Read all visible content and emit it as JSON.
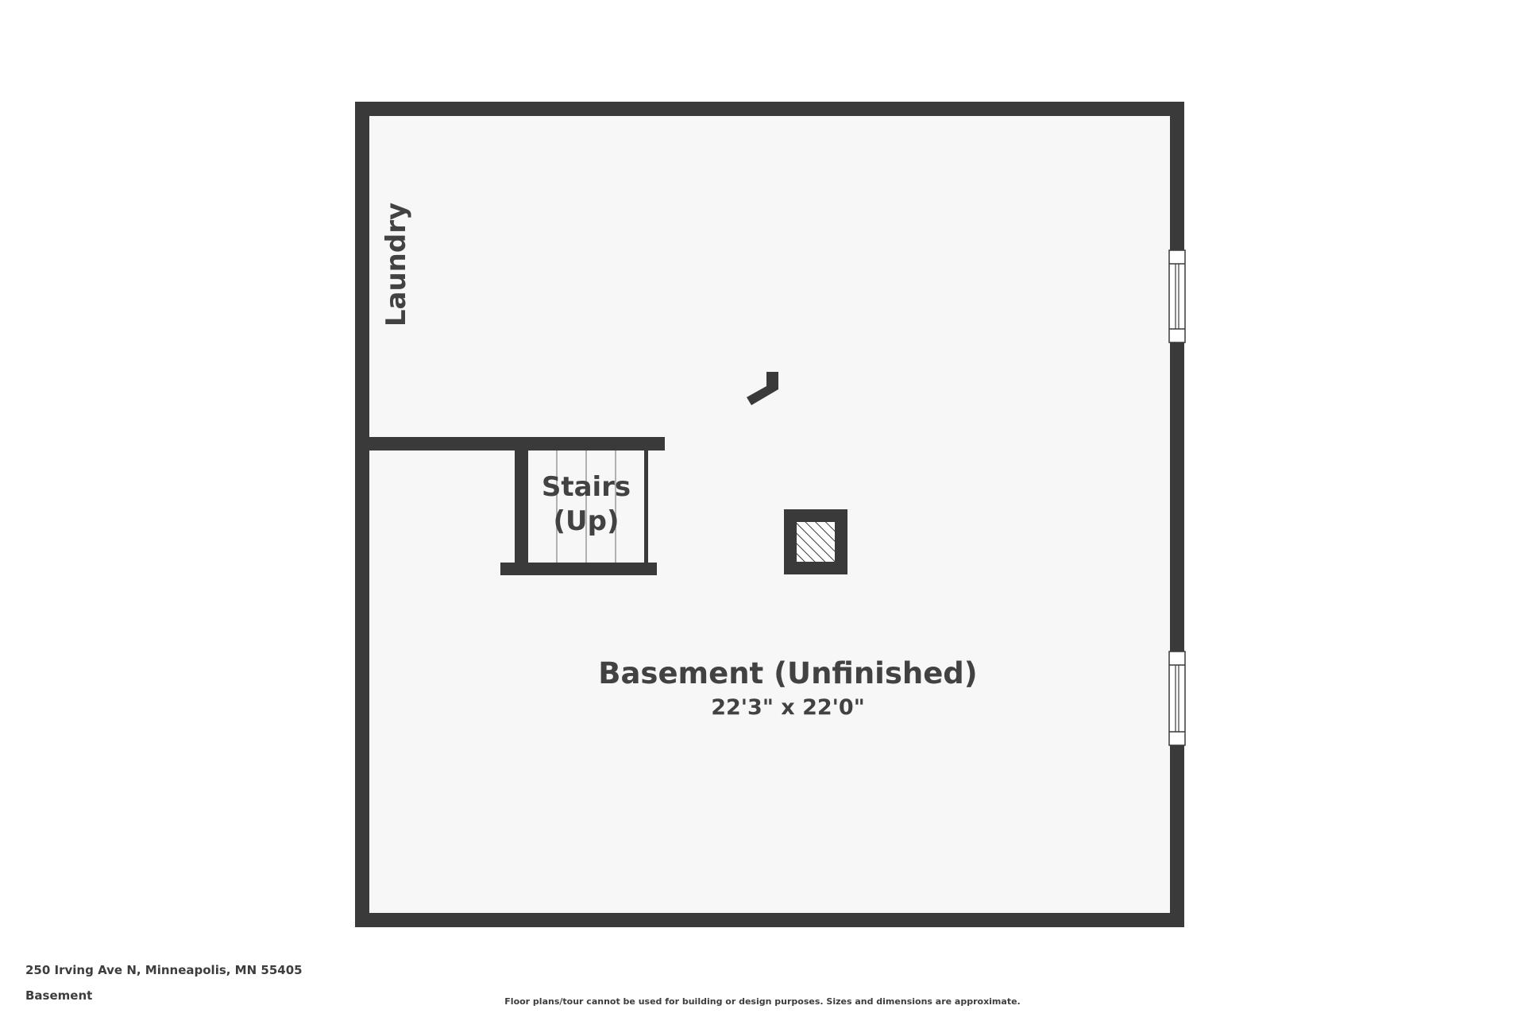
{
  "plan": {
    "room": {
      "name": "Basement (Unfinished)",
      "dimensions": "22'3\" x 22'0\""
    },
    "stairs": {
      "line1": "Stairs",
      "line2": "(Up)"
    },
    "laundry": "Laundry"
  },
  "footer": {
    "address": "250 Irving Ave N, Minneapolis, MN 55405",
    "floor": "Basement",
    "disclaimer": "Floor plans/tour cannot be used for building or design purposes. Sizes and dimensions are approximate."
  },
  "colors": {
    "wall": "#3a3a3a",
    "floor": "#f7f7f7",
    "text": "#424242",
    "background": "#ffffff"
  }
}
